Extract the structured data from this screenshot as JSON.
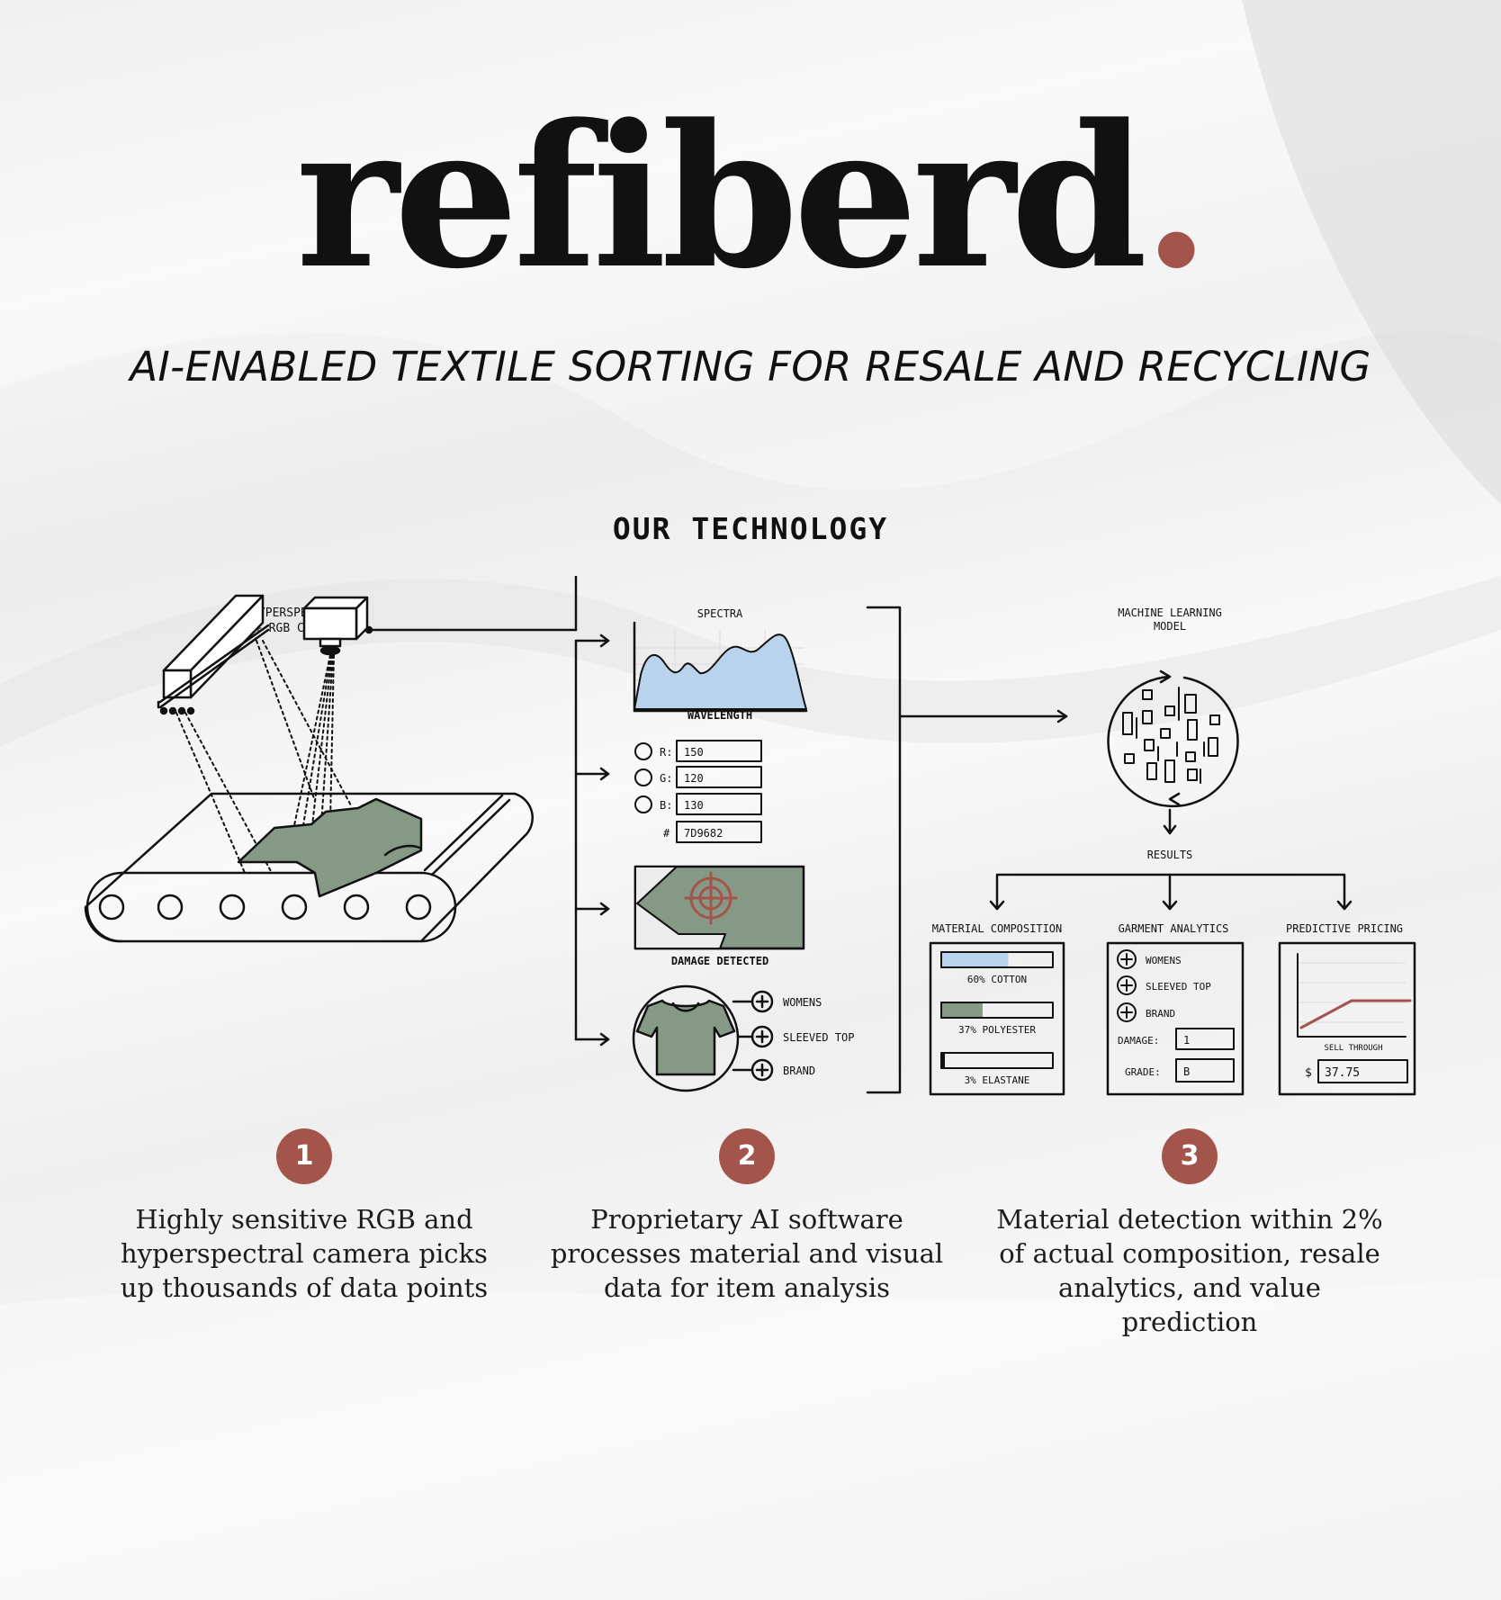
{
  "brand": {
    "logo_text": "refiberd",
    "logo_dot": ".",
    "accent_color": "#a4554b"
  },
  "tagline": "AI-ENABLED TEXTILE SORTING FOR RESALE AND RECYCLING",
  "section_title": "OUR TECHNOLOGY",
  "diagram": {
    "colors": {
      "line": "#111111",
      "garment_green": "#869886",
      "spectra_blue": "#b9d3ec",
      "target_red": "#a4554b"
    },
    "camera_label": [
      "HYPERSPECTRAL",
      "+ RGB CAMERA"
    ],
    "spectra": {
      "title": "SPECTRA",
      "xlabel": "WAVELENGTH"
    },
    "rgb": {
      "r_label": "R:",
      "r_value": "150",
      "g_label": "G:",
      "g_value": "120",
      "b_label": "B:",
      "b_value": "130",
      "hex_label": "#",
      "hex_value": "7D9682"
    },
    "damage_label": "DAMAGE DETECTED",
    "garment_tags": [
      "WOMENS",
      "SLEEVED TOP",
      "BRAND"
    ],
    "ml_label": [
      "MACHINE LEARNING",
      "MODEL"
    ],
    "results_label": "RESULTS",
    "material_composition": {
      "title": "MATERIAL COMPOSITION",
      "items": [
        {
          "label": "60% COTTON",
          "percent": 60,
          "color": "#b9d3ec"
        },
        {
          "label": "37% POLYESTER",
          "percent": 37,
          "color": "#869886"
        },
        {
          "label": "3% ELASTANE",
          "percent": 3,
          "color": "#111111"
        }
      ]
    },
    "garment_analytics": {
      "title": "GARMENT ANALYTICS",
      "tags": [
        "WOMENS",
        "SLEEVED TOP",
        "BRAND"
      ],
      "damage_label": "DAMAGE:",
      "damage_value": "1",
      "grade_label": "GRADE:",
      "grade_value": "B"
    },
    "predictive_pricing": {
      "title": "PREDICTIVE PRICING",
      "xlabel": "SELL THROUGH",
      "currency": "$",
      "price": "37.75"
    }
  },
  "steps": [
    {
      "number": "1",
      "text": "Highly sensitive RGB and hyperspectral camera picks up thousands of data points"
    },
    {
      "number": "2",
      "text": "Proprietary AI software processes material and visual data for item analysis"
    },
    {
      "number": "3",
      "text": "Material detection within 2% of actual composition, resale analytics, and value prediction"
    }
  ]
}
